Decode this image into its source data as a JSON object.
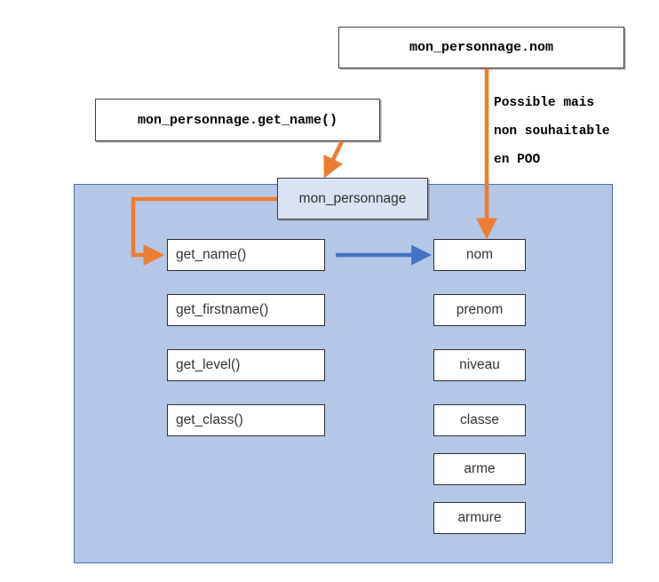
{
  "diagram": {
    "title_hidden": "",
    "colors": {
      "panel_fill": "#b4c7e7",
      "panel_border": "#4a72ab",
      "object_fill": "#dae3f3",
      "box_fill": "#ffffff",
      "box_border": "#2f2f2f",
      "arrow_orange": "#ED7D31",
      "arrow_blue": "#4472C4",
      "text": "#333333"
    }
  },
  "callouts": [
    {
      "id": "attribute-access",
      "text": "mon_personnage.nom"
    },
    {
      "id": "method-access",
      "text": "mon_personnage.get_name()"
    }
  ],
  "note": {
    "lines": [
      "Possible mais",
      "non souhaitable",
      "en POO"
    ]
  },
  "object": {
    "label": "mon_personnage"
  },
  "methods": [
    {
      "label": "get_name()"
    },
    {
      "label": "get_firstname()"
    },
    {
      "label": "get_level()"
    },
    {
      "label": "get_class()"
    }
  ],
  "attributes": [
    {
      "label": "nom"
    },
    {
      "label": "prenom"
    },
    {
      "label": "niveau"
    },
    {
      "label": "classe"
    },
    {
      "label": "arme"
    },
    {
      "label": "armure"
    }
  ],
  "arrows": [
    {
      "id": "method-call-arrow",
      "from": "method-access-callout",
      "to": "mon_personnage",
      "color": "#ED7D31"
    },
    {
      "id": "object-to-getname-arrow",
      "from": "mon_personnage",
      "to": "get_name()",
      "color": "#ED7D31"
    },
    {
      "id": "getname-to-nom-arrow",
      "from": "get_name()",
      "to": "nom",
      "color": "#4472C4"
    },
    {
      "id": "direct-attribute-arrow",
      "from": "attribute-access-callout",
      "to": "nom",
      "color": "#ED7D31"
    }
  ]
}
